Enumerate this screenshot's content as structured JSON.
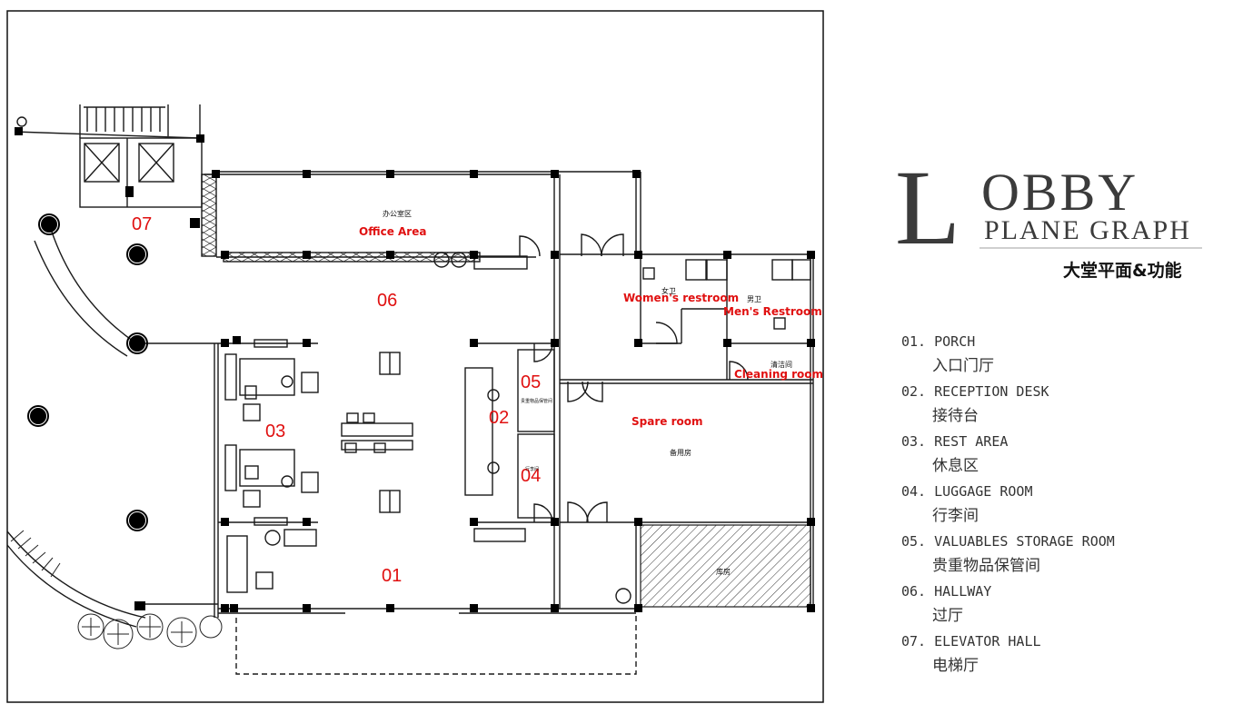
{
  "plan": {
    "room_numbers": [
      "07",
      "06",
      "03",
      "05",
      "02",
      "04",
      "01"
    ],
    "room_labels_en": {
      "office_area": "Office Area",
      "womens_restroom": "Women's restroom",
      "mens_restroom": "Men's Restroom",
      "cleaning_room": "Cleaning room",
      "spare_room": "Spare room"
    },
    "room_labels_cn": {
      "office_area": "办公室区",
      "womens_restroom": "女卫",
      "mens_restroom": "男卫",
      "cleaning_room": "清洁间",
      "spare_room": "备用房",
      "storage_room": "库房",
      "valuables_room": "贵重物品保管间",
      "luggage_room": "行李间"
    }
  },
  "title": {
    "big_letter": "L",
    "rest": "OBBY",
    "subtitle": "PLANE GRAPH",
    "chinese": "大堂平面&功能"
  },
  "legend": [
    {
      "en": "01. PORCH",
      "cn": "入口门厅"
    },
    {
      "en": "02. RECEPTION DESK",
      "cn": "接待台"
    },
    {
      "en": "03. REST AREA",
      "cn": "休息区"
    },
    {
      "en": "04. LUGGAGE ROOM",
      "cn": "行李间"
    },
    {
      "en": "05. VALUABLES STORAGE ROOM",
      "cn": "贵重物品保管间"
    },
    {
      "en": "06. HALLWAY",
      "cn": "过厅"
    },
    {
      "en": "07. ELEVATOR HALL",
      "cn": "电梯厅"
    }
  ],
  "colors": {
    "annotation_red": "#e01010",
    "line": "#1a1a1a",
    "title_gray": "#3b3b3b"
  }
}
